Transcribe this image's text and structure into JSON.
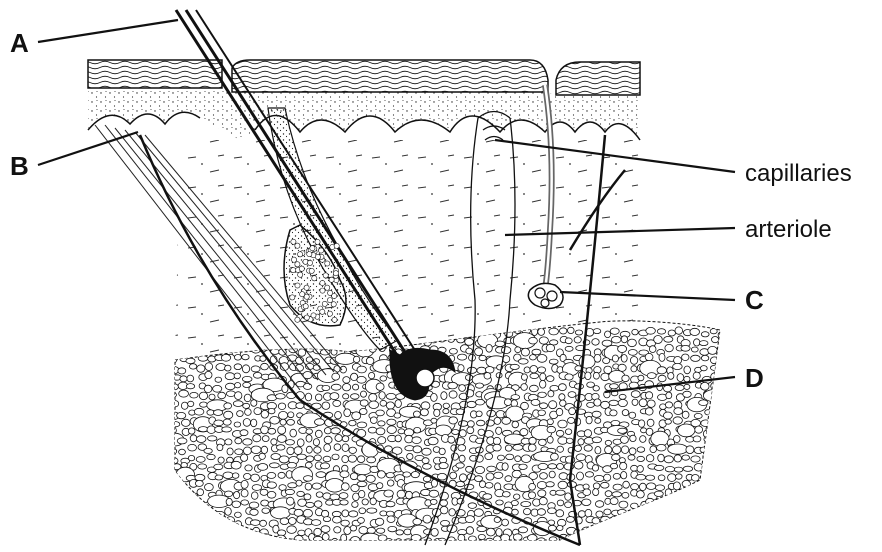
{
  "diagram": {
    "labels": {
      "a": "A",
      "b": "B",
      "c": "C",
      "d": "D",
      "capillaries": "capillaries",
      "arteriole": "arteriole"
    },
    "colors": {
      "ink": "#111111",
      "background": "#ffffff",
      "fat_cell": "#ffffff",
      "stipple": "#222222"
    }
  }
}
